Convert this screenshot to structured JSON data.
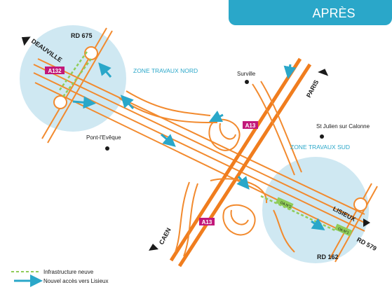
{
  "header": {
    "title": "APRÈS",
    "color": "#2aa7c9"
  },
  "colors": {
    "road": "#f28a2e",
    "motorway": "#f07d1e",
    "zone_fill": "#cfe8f2",
    "accent": "#2aa7c9",
    "new_infra": "#8fcc59",
    "badge": "#c2187a"
  },
  "map": {
    "zones": [
      "ZONE TRAVAUX NORD",
      "ZONE TRAVAUX SUD"
    ],
    "towns": [
      "Surville",
      "Pont-l'Evêque",
      "St Julien sur Calonne"
    ],
    "roads": {
      "rd675": "RD 675",
      "rd579": "RD 579",
      "rd162": "RD 162"
    },
    "directions": {
      "deauville": "DEAUVILLE",
      "paris": "PARIS",
      "caen": "CAEN",
      "lisieux": "LISIEUX"
    },
    "badges": {
      "a132": "A132",
      "a13_top": "A13",
      "a13_bottom": "A13"
    },
    "structures": {
      "oa2": "OA N°2",
      "oa1": "OA N°1"
    }
  },
  "legend": {
    "new_infra": {
      "label": "Infrastructure neuve",
      "icon": "dashed-green-line"
    },
    "new_access": {
      "label": "Nouvel accès vers Lisieux",
      "icon": "cyan-arrow"
    }
  }
}
